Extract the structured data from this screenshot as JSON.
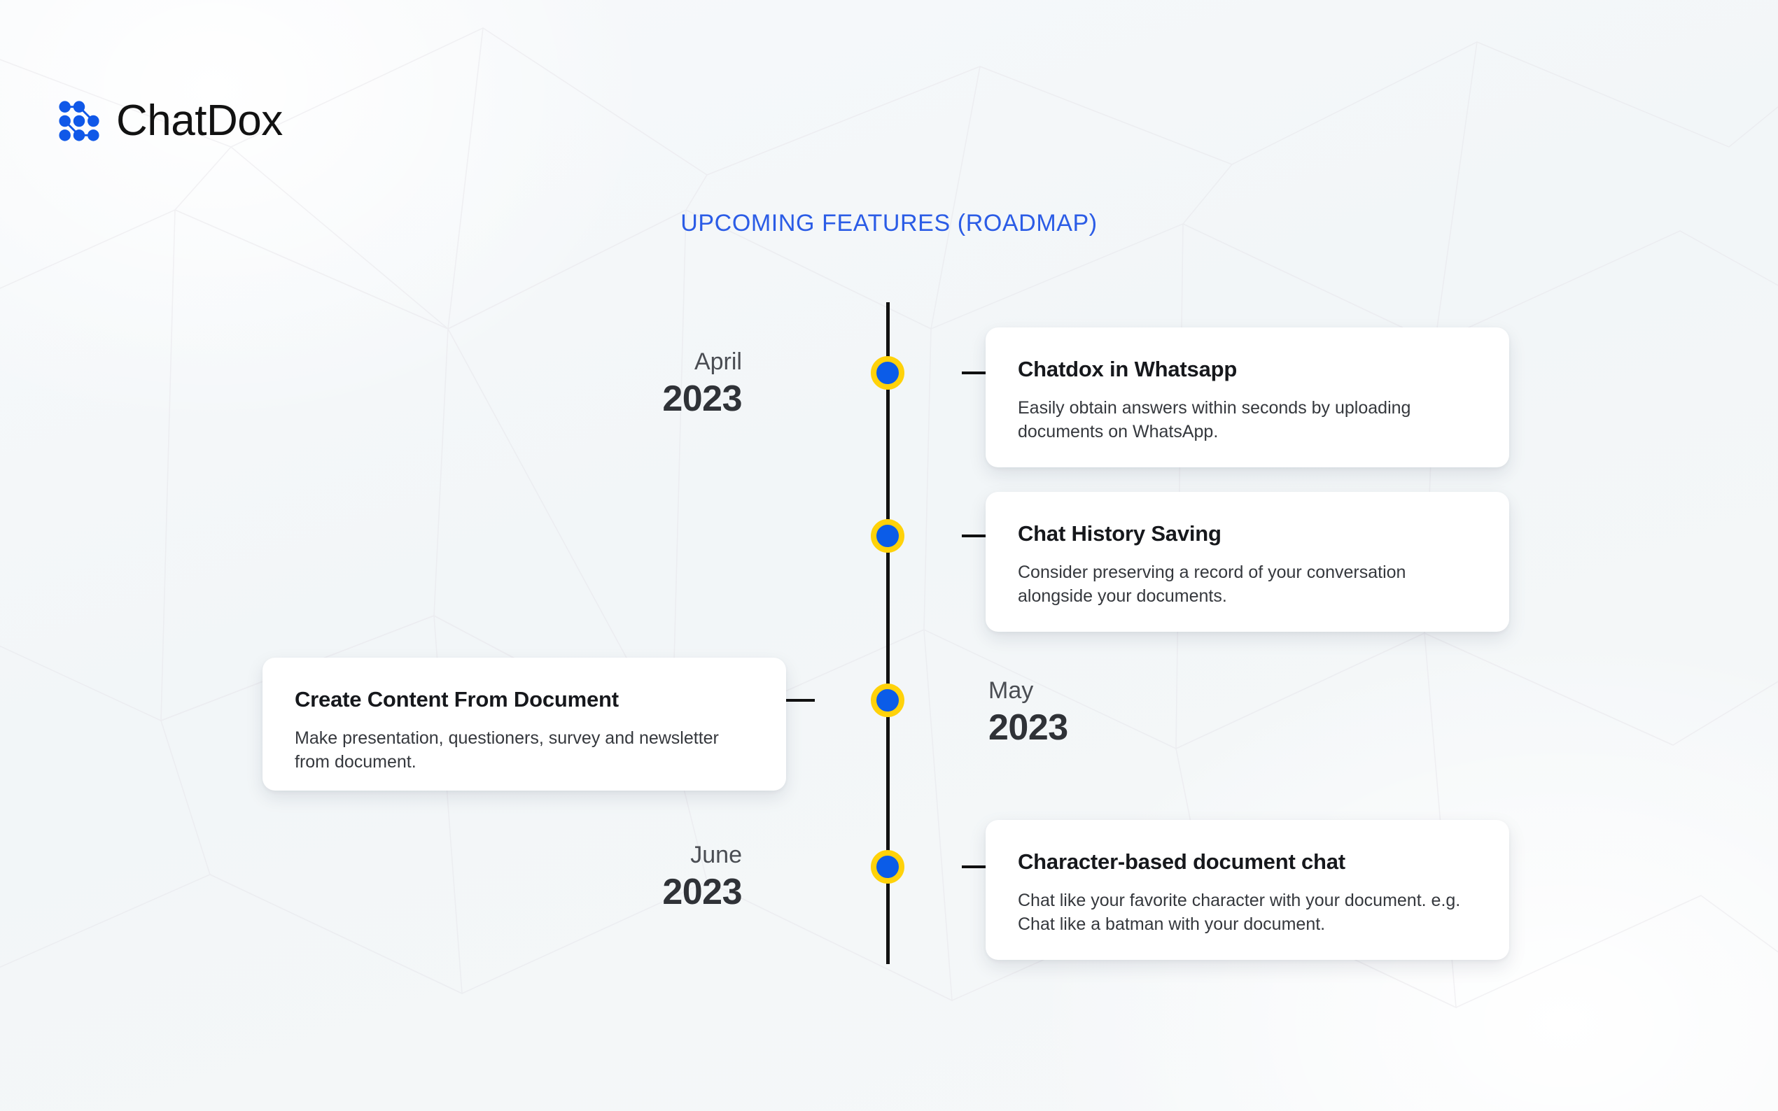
{
  "brand": {
    "name": "ChatDox",
    "logo_icon": "dot-grid-network-icon",
    "logo_color": "#1058e8"
  },
  "section": {
    "title": "UPCOMING FEATURES (ROADMAP)",
    "title_color": "#2b5ce6"
  },
  "timeline": {
    "axis_color": "#111111",
    "node_ring_color": "#ffd20a",
    "node_fill_color": "#0b5ce8",
    "milestones": [
      {
        "id": "april-2023",
        "month": "April",
        "year": "2023",
        "date_side": "left",
        "card_side": "right",
        "title": "Chatdox in Whatsapp",
        "description": "Easily obtain answers within seconds by uploading documents on WhatsApp."
      },
      {
        "id": "chat-history",
        "month": "",
        "year": "",
        "date_side": "none",
        "card_side": "right",
        "title": "Chat History Saving",
        "description": "Consider preserving a record of your conversation alongside your documents."
      },
      {
        "id": "may-2023",
        "month": "May",
        "year": "2023",
        "date_side": "right",
        "card_side": "left",
        "title": "Create Content From Document",
        "description": "Make presentation, questioners, survey and newsletter from document."
      },
      {
        "id": "june-2023",
        "month": "June",
        "year": "2023",
        "date_side": "left",
        "card_side": "right",
        "title": "Character-based document chat",
        "description": "Chat like your favorite character with your document. e.g. Chat like a batman with your document."
      }
    ]
  }
}
